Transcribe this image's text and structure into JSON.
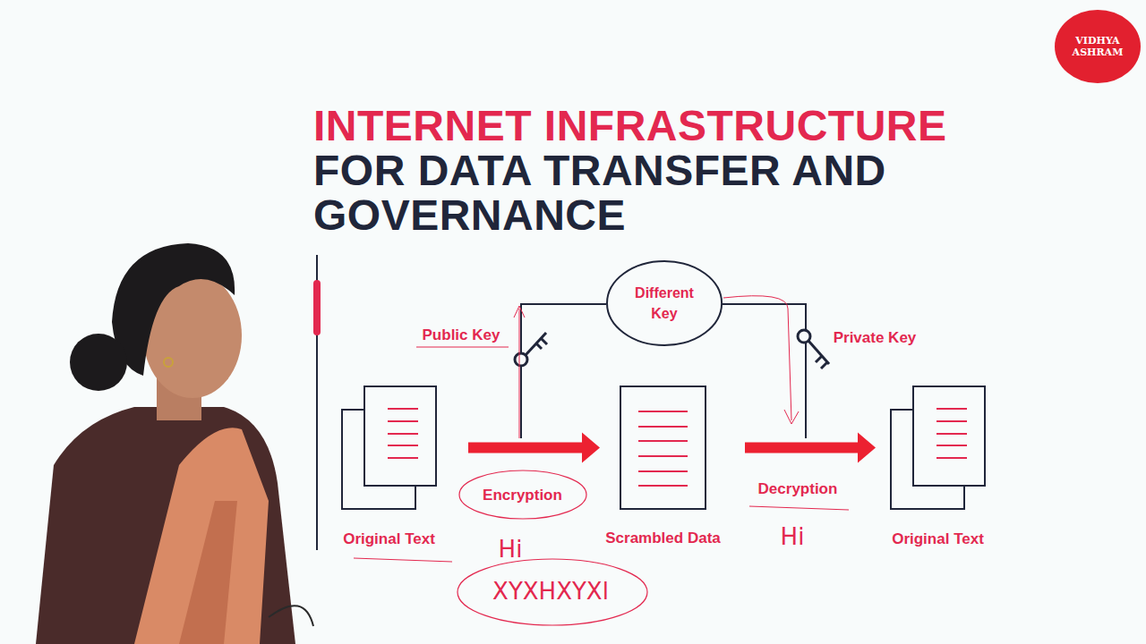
{
  "diagram": {
    "title": "INTERNET INFRASTRUCTURE FOR DATA TRANSFER AND GOVERNANCE",
    "nodes": [
      {
        "text": [
          "Different Key"
        ]
      },
      {
        "text": [
          "Original Text"
        ]
      },
      {
        "text": [
          "Scrambled Data"
        ]
      },
      {
        "text": [
          "Original Text"
        ]
      },
      {
        "text": [
          "VIDHYA ASHRAM"
        ]
      }
    ],
    "edges": [
      {
        "from": 1,
        "to": 2,
        "label": "Encryption",
        "arrow": "to"
      },
      {
        "from": 2,
        "to": 3,
        "label": "Decryption",
        "arrow": "to"
      }
    ],
    "labels": [
      "Public Key",
      "Private Key",
      "Hi",
      "XYXHXYXl",
      "Hi"
    ]
  }
}
